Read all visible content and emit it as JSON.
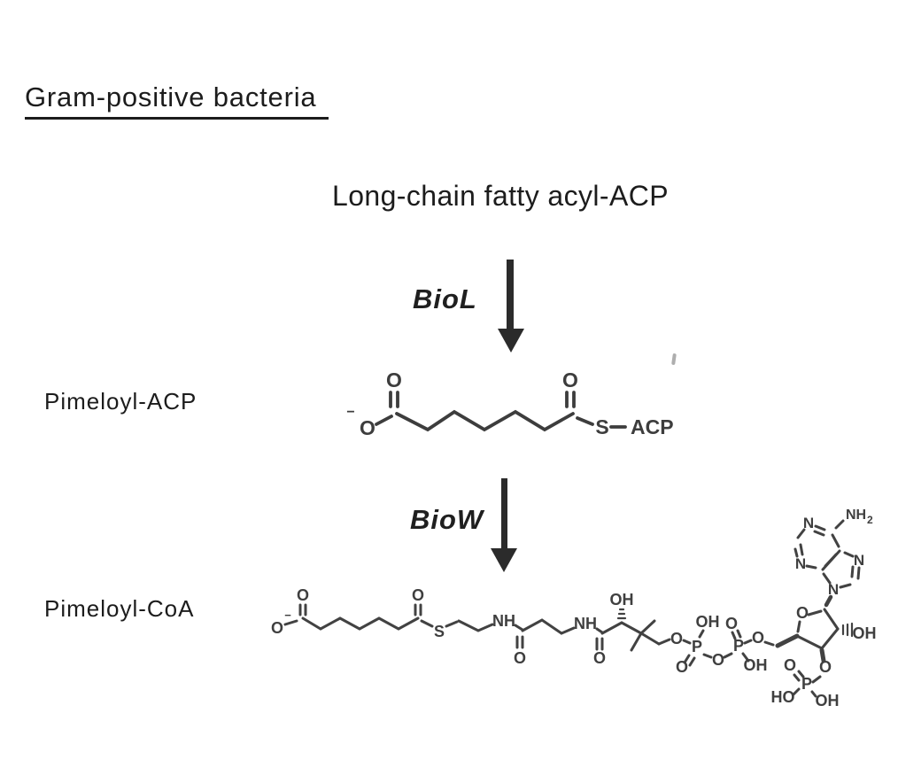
{
  "title": "Gram-positive bacteria",
  "pathway": {
    "substrate": "Long-chain fatty acyl-ACP",
    "step1_enzyme": "BioL",
    "step1_product": "Pimeloyl-ACP",
    "step2_enzyme": "BioW",
    "step2_product": "Pimeloyl-CoA"
  },
  "atoms": {
    "O": "O",
    "OH": "OH",
    "HO": "HO",
    "S": "S",
    "P": "P",
    "N": "N",
    "NH": "NH",
    "NH2_base": "NH",
    "NH2_sub": "2",
    "minus": "−",
    "ACP": "ACP"
  },
  "colors": {
    "text": "#1c1c1c",
    "structure": "#3f3f3f",
    "arrow": "#2b2b2b",
    "background": "#ffffff"
  }
}
